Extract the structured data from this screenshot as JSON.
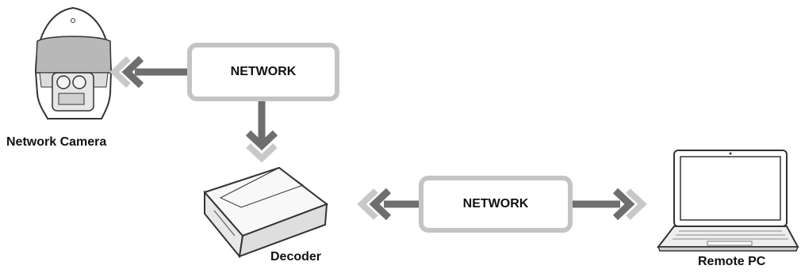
{
  "nodes": {
    "camera": {
      "label": "Network Camera",
      "icon": "ptz-dome-camera-icon"
    },
    "decoder": {
      "label": "Decoder",
      "icon": "decoder-box-icon"
    },
    "remote_pc": {
      "label": "Remote PC",
      "icon": "laptop-icon"
    }
  },
  "networks": {
    "top": {
      "label": "NETWORK"
    },
    "bottom": {
      "label": "NETWORK"
    }
  },
  "colors": {
    "arrow_dark": "#6e6e6e",
    "arrow_light": "#c8c8c8",
    "box_border": "#c4c4c4",
    "text": "#111111"
  }
}
